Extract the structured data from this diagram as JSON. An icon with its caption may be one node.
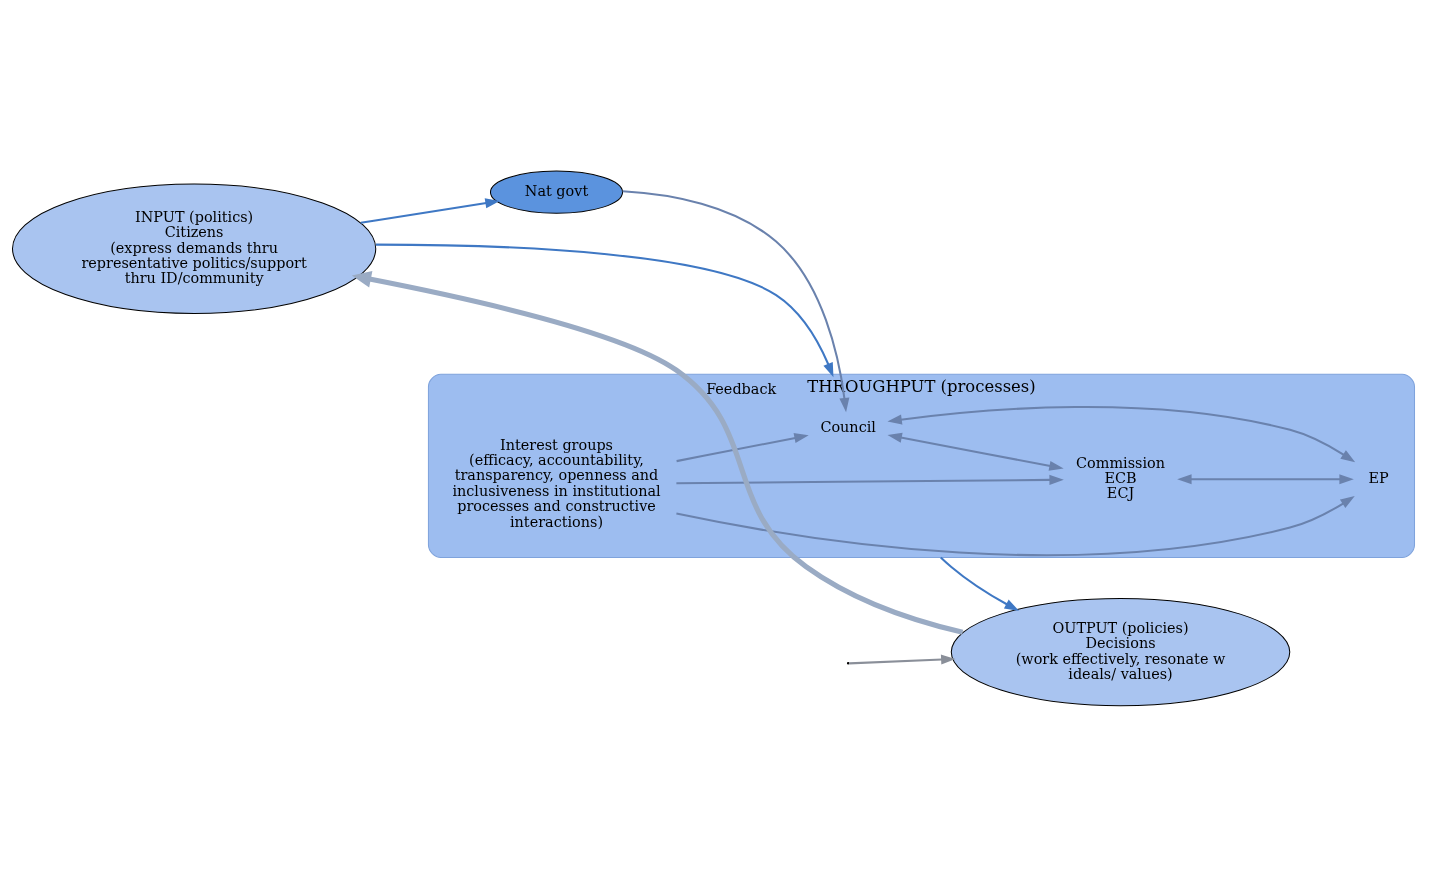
{
  "diagram": {
    "nodes": [
      {
        "text": [
          "INPUT (politics)",
          "Citizens",
          "(express demands thru representative politics/support thru ID/community"
        ]
      },
      {
        "text": [
          "Nat govt"
        ]
      },
      {
        "text": [
          "THROUGHPUT (processes)"
        ]
      },
      {
        "text": [
          "Council"
        ],
        "in": 2
      },
      {
        "text": [
          "EP"
        ],
        "in": 2
      },
      {
        "text": [
          "Commission",
          "ECB",
          "ECJ"
        ],
        "in": 2
      },
      {
        "text": [
          "Interest groups",
          "(efficacy, accountability, transparency, openness and inclusiveness in institutional processes and constructive interactions)"
        ],
        "in": 2
      },
      {
        "text": [
          "OUTPUT (policies)",
          "Decisions",
          "(work effectively, resonate w ideals/ values)"
        ]
      }
    ],
    "edges": [
      {
        "from": 0,
        "to": 1,
        "arrow": "to",
        "color": "#3f78c4"
      },
      {
        "from": 0,
        "to": 2,
        "arrow": "to",
        "color": "#3f78c4"
      },
      {
        "from": 1,
        "to": 3,
        "arrow": "to"
      },
      {
        "from": 3,
        "to": 4,
        "arrow": "both"
      },
      {
        "from": 6,
        "to": 3,
        "arrow": "to"
      },
      {
        "from": 5,
        "to": 4,
        "arrow": "both"
      },
      {
        "from": 3,
        "to": 5,
        "arrow": "both"
      },
      {
        "from": 6,
        "to": 4,
        "arrow": "to"
      },
      {
        "from": 6,
        "to": 5,
        "arrow": "to"
      },
      {
        "from": null,
        "to": 7,
        "arrow": "to",
        "color": "#8a8f99"
      },
      {
        "from": 2,
        "to": 7,
        "arrow": "to",
        "color": "#3f78c4"
      },
      {
        "from": 7,
        "to": 0,
        "arrow": "to",
        "label": "Feedback",
        "style": "thick",
        "color": "#9aabc4"
      }
    ]
  }
}
